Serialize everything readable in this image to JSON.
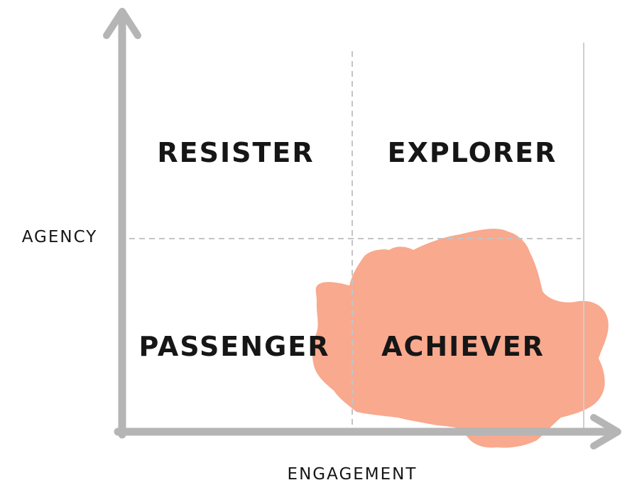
{
  "axes": {
    "x_label": "ENGAGEMENT",
    "y_label": "AGENCY"
  },
  "quadrants": {
    "top_left": "RESISTER",
    "top_right": "EXPLORER",
    "bottom_left": "PASSENGER",
    "bottom_right": "ACHIEVER"
  },
  "colors": {
    "axis": "#b5b5b5",
    "dashed_divider": "#c4c4c4",
    "highlight_blob": "#f8a98e",
    "text": "#161616"
  },
  "highlighted_quadrant": "bottom_right"
}
